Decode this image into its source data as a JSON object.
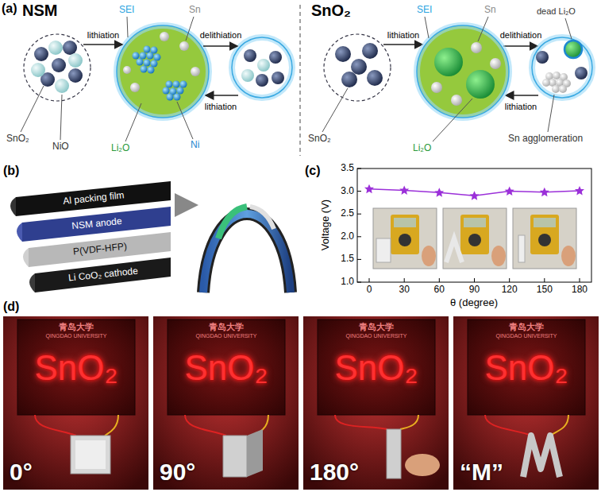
{
  "diagram": {
    "nodes": [
      {
        "text": [
          "0°"
        ]
      },
      {
        "text": [
          "90°"
        ]
      },
      {
        "text": [
          "180°"
        ]
      },
      {
        "text": [
          "“M”"
        ]
      }
    ],
    "labels": [
      "(a)",
      "NSM",
      "SEI",
      "Sn",
      "lithiation",
      "delithiation",
      "lithiation",
      "SnO₂",
      "NiO",
      "Li₂O",
      "Ni",
      "SnO₂",
      "SEI",
      "Sn",
      "dead Li₂O",
      "lithiation",
      "delithiation",
      "lithiation",
      "SnO₂",
      "Li₂O",
      "Sn agglomeration",
      "(b)",
      "Al packing film",
      "NSM anode",
      "P(VDF-HFP)",
      "Li CoO₂ cathode",
      "(c)",
      "Voltage (V)",
      "1.0",
      "1.5",
      "2.0",
      "2.5",
      "3.0",
      "3.5",
      "0",
      "30",
      "60",
      "90",
      "120",
      "150",
      "180",
      "θ (degree)",
      "(d)",
      "青岛大学",
      "青岛大学",
      "青岛大学",
      "青岛大学",
      "QINGDAO UNIVERSITY",
      "QINGDAO UNIVERSITY",
      "QINGDAO UNIVERSITY",
      "QINGDAO UNIVERSITY",
      "SnO₂",
      "SnO₂",
      "SnO₂",
      "SnO₂"
    ]
  }
}
